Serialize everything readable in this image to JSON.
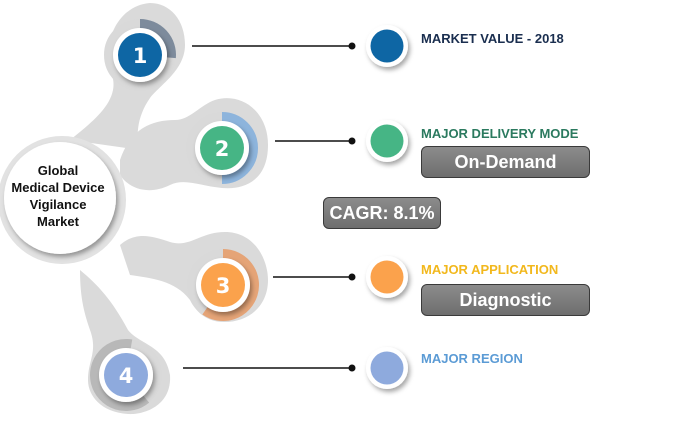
{
  "center": {
    "lines": [
      "Global",
      "Medical Device",
      "Vigilance",
      "Market"
    ]
  },
  "nodes": [
    {
      "number": "1",
      "color": "#0e66a4",
      "ring_color": "#7d8b9c",
      "label": "MARKET VALUE - 2018",
      "label_color": "#1a2e4f",
      "value": null
    },
    {
      "number": "2",
      "color": "#46b585",
      "ring_color": "#8db4dc",
      "label": "MAJOR DELIVERY MODE",
      "label_color": "#2b7a5f",
      "value": "On-Demand"
    },
    {
      "number": "3",
      "color": "#fba24c",
      "ring_color": "#e5a477",
      "label": "MAJOR APPLICATION",
      "label_color": "#f2b81d",
      "value": "Diagnostic"
    },
    {
      "number": "4",
      "color": "#8eaadd",
      "ring_color": "#b8b8b8",
      "label": "MAJOR REGION",
      "label_color": "#5b9bd5",
      "value": null
    }
  ],
  "cagr": {
    "label": "CAGR: 8.1%"
  },
  "colors": {
    "branch": "#dadada",
    "pill_bg": "#7c7c7c"
  }
}
